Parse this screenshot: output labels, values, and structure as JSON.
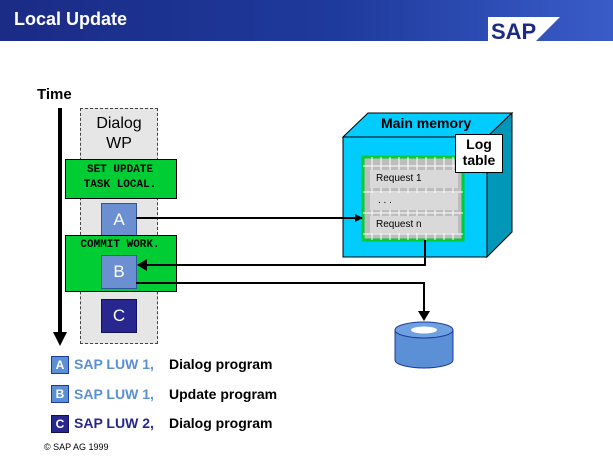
{
  "header": {
    "title": "Local Update",
    "logo_text": "SAP",
    "background_color": "#1e3a9c"
  },
  "timeline": {
    "label": "Time"
  },
  "dialog_wp": {
    "label_line1": "Dialog",
    "label_line2": "WP",
    "statement1_line1": "SET UPDATE",
    "statement1_line2": "TASK LOCAL.",
    "statement2": "COMMIT WORK.",
    "step_a": "A",
    "step_b": "B",
    "step_c": "C"
  },
  "main_memory": {
    "label": "Main memory",
    "log_table_line1": "Log",
    "log_table_line2": "table",
    "requests": [
      "Request 1",
      ". . .",
      "Request n"
    ]
  },
  "database": {
    "icon": "database-cylinder-icon"
  },
  "legend": [
    {
      "badge": "A",
      "luw": "SAP LUW 1,",
      "desc": "Dialog program",
      "badge_color": "#5b8fd6"
    },
    {
      "badge": "B",
      "luw": "SAP LUW 1,",
      "desc": "Update program",
      "badge_color": "#5b8fd6"
    },
    {
      "badge": "C",
      "luw": "SAP LUW 2,",
      "desc": "Dialog program",
      "badge_color": "#27278f"
    }
  ],
  "colors": {
    "statement_green": "#00cc33",
    "memory_cyan": "#00ccff",
    "memory_dark": "#0097b8",
    "luw1_text": "#5b8fd6",
    "luw2_text": "#27278f"
  },
  "footer": {
    "copyright": "© SAP AG 1999"
  }
}
